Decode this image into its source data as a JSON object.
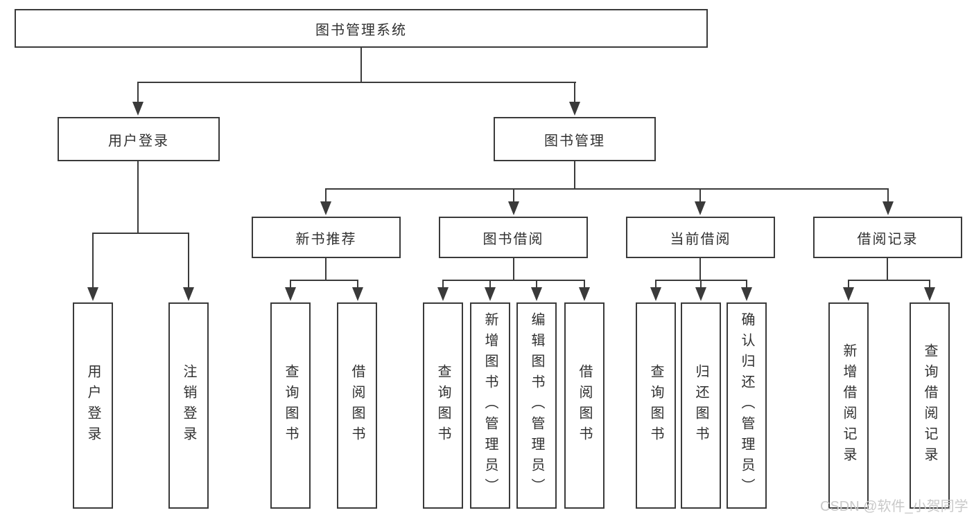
{
  "diagram": {
    "type": "hierarchy-tree",
    "title": "图书管理系统",
    "nodes": {
      "root": {
        "label": "图书管理系统"
      },
      "user_login": {
        "label": "用户登录"
      },
      "book_mgmt": {
        "label": "图书管理"
      },
      "login": {
        "label": "用户登录"
      },
      "logout": {
        "label": "注销登录"
      },
      "new_book_rec": {
        "label": "新书推荐"
      },
      "book_borrow": {
        "label": "图书借阅"
      },
      "current_borrow": {
        "label": "当前借阅"
      },
      "borrow_record": {
        "label": "借阅记录"
      },
      "nbr_query": {
        "label": "查询图书"
      },
      "nbr_borrow": {
        "label": "借阅图书"
      },
      "bb_query": {
        "label": "查询图书"
      },
      "bb_add": {
        "label": "新增图书（管理员）"
      },
      "bb_edit": {
        "label": "编辑图书（管理员）"
      },
      "bb_borrow": {
        "label": "借阅图书"
      },
      "cb_query": {
        "label": "查询图书"
      },
      "cb_return": {
        "label": "归还图书"
      },
      "cb_confirm": {
        "label": "确认归还（管理员）"
      },
      "br_add": {
        "label": "新增借阅记录"
      },
      "br_query": {
        "label": "查询借阅记录"
      }
    },
    "edges": [
      [
        "root",
        "user_login"
      ],
      [
        "root",
        "book_mgmt"
      ],
      [
        "user_login",
        "login"
      ],
      [
        "user_login",
        "logout"
      ],
      [
        "book_mgmt",
        "new_book_rec"
      ],
      [
        "book_mgmt",
        "book_borrow"
      ],
      [
        "book_mgmt",
        "current_borrow"
      ],
      [
        "book_mgmt",
        "borrow_record"
      ],
      [
        "new_book_rec",
        "nbr_query"
      ],
      [
        "new_book_rec",
        "nbr_borrow"
      ],
      [
        "book_borrow",
        "bb_query"
      ],
      [
        "book_borrow",
        "bb_add"
      ],
      [
        "book_borrow",
        "bb_edit"
      ],
      [
        "book_borrow",
        "bb_borrow"
      ],
      [
        "current_borrow",
        "cb_query"
      ],
      [
        "current_borrow",
        "cb_return"
      ],
      [
        "current_borrow",
        "cb_confirm"
      ],
      [
        "borrow_record",
        "br_add"
      ],
      [
        "borrow_record",
        "br_query"
      ]
    ],
    "colors": {
      "line": "#3a3a3a",
      "text": "#303030",
      "box_fill": "#ffffff",
      "background": "#ffffff",
      "watermark": "#c9c9c9"
    }
  },
  "watermark": {
    "text": "CSDN @软件_小贺同学"
  }
}
